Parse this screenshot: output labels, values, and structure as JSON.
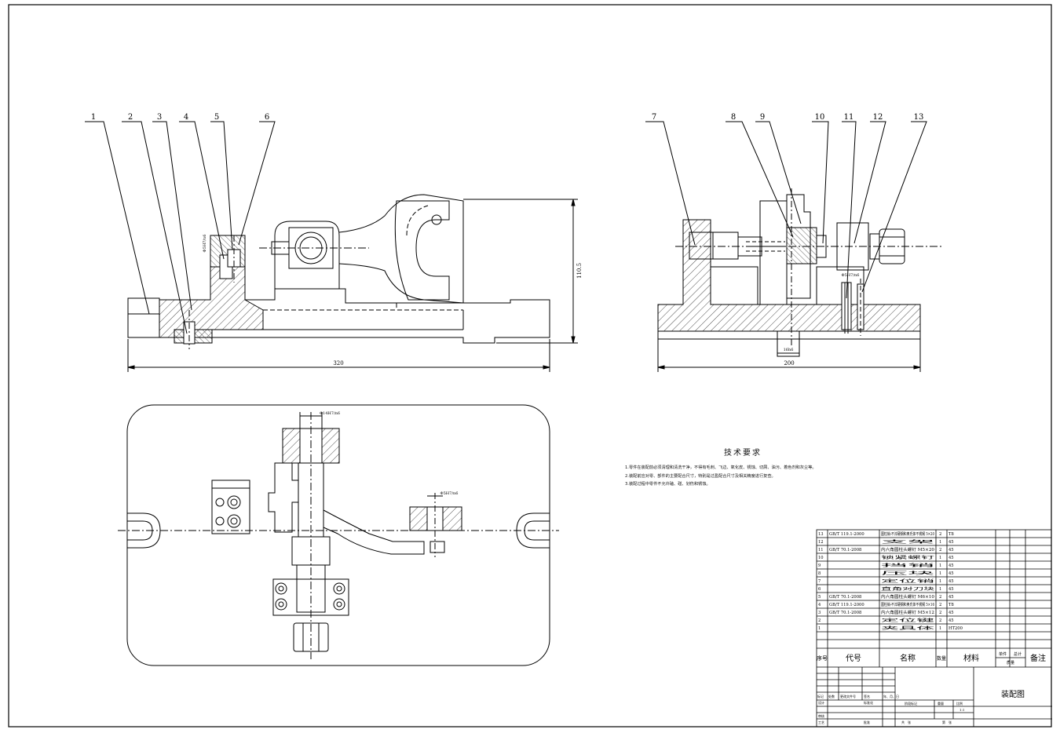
{
  "balloons_front": [
    "1",
    "2",
    "3",
    "4",
    "5",
    "6"
  ],
  "balloons_side": [
    "7",
    "8",
    "9",
    "10",
    "11",
    "12",
    "13"
  ],
  "dimensions": {
    "front_length": "320",
    "front_height": "110.5",
    "front_fit": "Φ5H7/n6",
    "side_width": "200",
    "side_key": "16h6",
    "side_fit": "Φ5H7/n6",
    "plan_fit_top": "Φ14H7/n6",
    "plan_fit_right": "Φ5H7/n6"
  },
  "tech_requirements": {
    "title": "技术要求",
    "lines": [
      "1.零件在装配前必须清理和清洗干净，不得有毛刺、飞边、氧化皮、锈蚀、切屑、油污、着色剂和灰尘等。",
      "2.装配前应对零、部件的主要配合尺寸，特别是过盈配合尺寸及相关精度进行复查。",
      "3.装配过程中零件不允许磕、碰、划伤和锈蚀。"
    ]
  },
  "bom": {
    "rows": [
      {
        "no": "13",
        "code": "GB/T 119.1-2000",
        "name": "圆柱销-不淬硬钢和奥氏体不锈钢 5×20",
        "qty": "2",
        "mat": "T8"
      },
      {
        "no": "12",
        "code": "",
        "name": "支架",
        "qty": "1",
        "mat": "45"
      },
      {
        "no": "11",
        "code": "GB/T 70.1-2008",
        "name": "内六角圆柱头螺钉 M5×20",
        "qty": "2",
        "mat": "45"
      },
      {
        "no": "10",
        "code": "",
        "name": "锁紧螺钉",
        "qty": "1",
        "mat": "45"
      },
      {
        "no": "9",
        "code": "",
        "name": "挡销",
        "qty": "1",
        "mat": "45"
      },
      {
        "no": "8",
        "code": "",
        "name": "压块",
        "qty": "1",
        "mat": "45"
      },
      {
        "no": "7",
        "code": "",
        "name": "定位销",
        "qty": "1",
        "mat": "45"
      },
      {
        "no": "6",
        "code": "",
        "name": "直角对刀块",
        "qty": "1",
        "mat": "45"
      },
      {
        "no": "5",
        "code": "GB/T 70.1-2008",
        "name": "内六角圆柱头螺钉 M6×10",
        "qty": "2",
        "mat": "45"
      },
      {
        "no": "4",
        "code": "GB/T 119.1-2000",
        "name": "圆柱销-不淬硬钢和奥氏体不锈钢 5×16",
        "qty": "2",
        "mat": "T8"
      },
      {
        "no": "3",
        "code": "GB/T 70.1-2008",
        "name": "内六角圆柱头螺钉 M5×12",
        "qty": "2",
        "mat": "45"
      },
      {
        "no": "2",
        "code": "",
        "name": "定位键",
        "qty": "2",
        "mat": "45"
      },
      {
        "no": "1",
        "code": "",
        "name": "夹具体",
        "qty": "1",
        "mat": "HT200"
      }
    ],
    "header": {
      "no": "序号",
      "code": "代号",
      "name": "名称",
      "qty": "数量",
      "mat": "材料",
      "unit": "单件",
      "total": "总计",
      "mass": "质量",
      "remark": "备注"
    }
  },
  "title_block": {
    "drawing_name": "装配图",
    "scale": "1:1",
    "labels": {
      "mark": "标记",
      "count": "处数",
      "zone": "分区",
      "change_doc": "更改文件号",
      "sign": "签名",
      "date": "年、月、日",
      "design": "设计",
      "standard": "标准化",
      "stage_mark": "阶段标记",
      "weight": "重量",
      "scale_label": "比例",
      "review": "审核",
      "process": "工艺",
      "approve": "批准",
      "sheet_total": "共　张",
      "sheet": "第　张"
    }
  }
}
